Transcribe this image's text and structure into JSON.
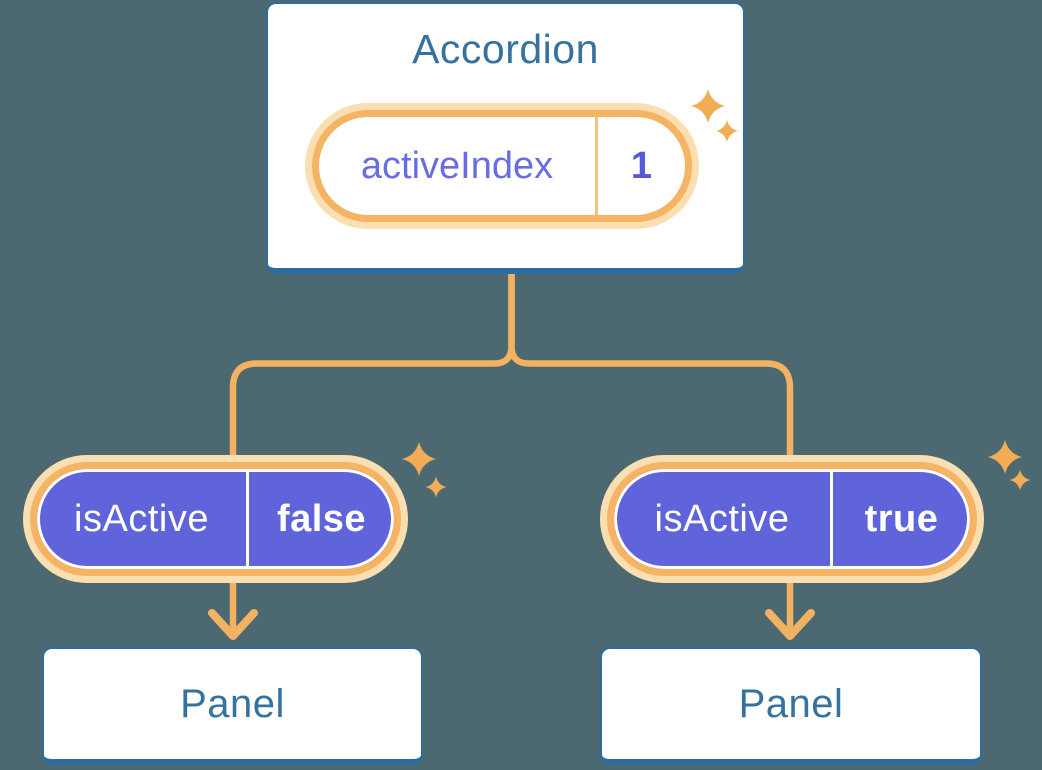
{
  "diagram": {
    "description": "React state diagram: Accordion component holding activeIndex state, passing isActive props to two Panel children",
    "accordion": {
      "title": "Accordion",
      "state_pill": {
        "label": "activeIndex",
        "value": "1"
      }
    },
    "children": [
      {
        "pill": {
          "label": "isActive",
          "value": "false"
        },
        "panel": {
          "title": "Panel"
        }
      },
      {
        "pill": {
          "label": "isActive",
          "value": "true"
        },
        "panel": {
          "title": "Panel"
        }
      }
    ]
  },
  "colors": {
    "background": "#4C6972",
    "card_background": "#FFFFFF",
    "card_border_blue": "#2D6D9D",
    "heading_blue": "#35739E",
    "orange_ring": "#F5B464",
    "orange_glow": "#FBDFB0",
    "orange_connector": "#F2B261",
    "orange_sparkle": "#F1AC55",
    "purple_pill": "#6064DA",
    "purple_label": "#6A6DE2",
    "purple_value": "#5659D8",
    "white_text": "#FFFFFF"
  }
}
